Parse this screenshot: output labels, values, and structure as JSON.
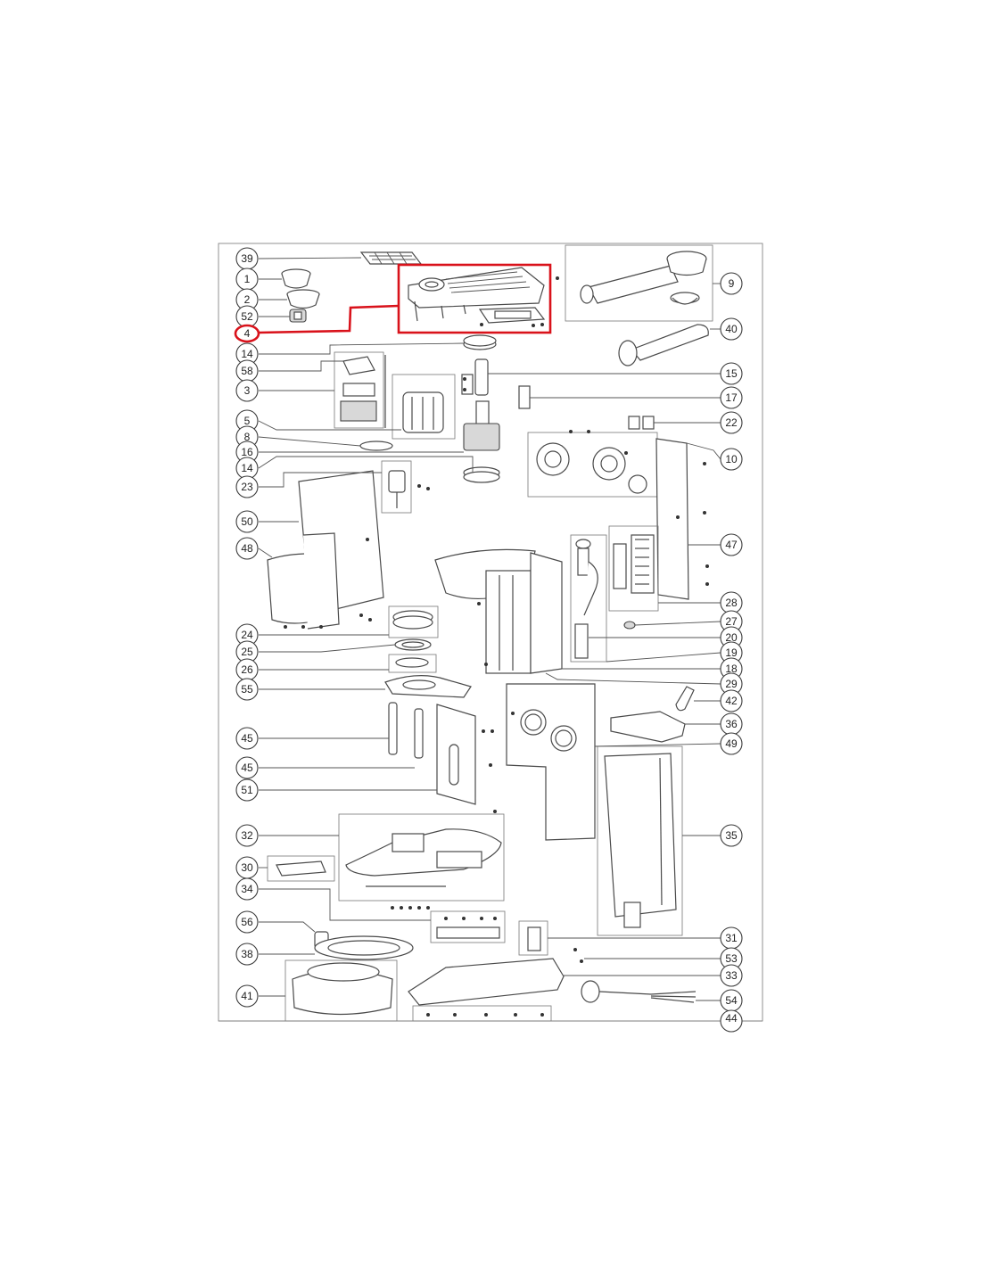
{
  "diagram": {
    "labels": [
      {
        "id": "39",
        "value": "39"
      },
      {
        "id": "1",
        "value": "1"
      },
      {
        "id": "2",
        "value": "2"
      },
      {
        "id": "52",
        "value": "52"
      },
      {
        "id": "4",
        "value": "4"
      },
      {
        "id": "14a",
        "value": "14"
      },
      {
        "id": "58",
        "value": "58"
      },
      {
        "id": "3",
        "value": "3"
      },
      {
        "id": "5",
        "value": "5"
      },
      {
        "id": "8",
        "value": "8"
      },
      {
        "id": "16",
        "value": "16"
      },
      {
        "id": "14b",
        "value": "14"
      },
      {
        "id": "23",
        "value": "23"
      },
      {
        "id": "50",
        "value": "50"
      },
      {
        "id": "48",
        "value": "48"
      },
      {
        "id": "24",
        "value": "24"
      },
      {
        "id": "25",
        "value": "25"
      },
      {
        "id": "26",
        "value": "26"
      },
      {
        "id": "55",
        "value": "55"
      },
      {
        "id": "45a",
        "value": "45"
      },
      {
        "id": "45b",
        "value": "45"
      },
      {
        "id": "51",
        "value": "51"
      },
      {
        "id": "32",
        "value": "32"
      },
      {
        "id": "30",
        "value": "30"
      },
      {
        "id": "34",
        "value": "34"
      },
      {
        "id": "56",
        "value": "56"
      },
      {
        "id": "38",
        "value": "38"
      },
      {
        "id": "41",
        "value": "41"
      },
      {
        "id": "9",
        "value": "9"
      },
      {
        "id": "40",
        "value": "40"
      },
      {
        "id": "15",
        "value": "15"
      },
      {
        "id": "17",
        "value": "17"
      },
      {
        "id": "22",
        "value": "22"
      },
      {
        "id": "10",
        "value": "10"
      },
      {
        "id": "47",
        "value": "47"
      },
      {
        "id": "28",
        "value": "28"
      },
      {
        "id": "27",
        "value": "27"
      },
      {
        "id": "20",
        "value": "20"
      },
      {
        "id": "19",
        "value": "19"
      },
      {
        "id": "18",
        "value": "18"
      },
      {
        "id": "29",
        "value": "29"
      },
      {
        "id": "42",
        "value": "42"
      },
      {
        "id": "36",
        "value": "36"
      },
      {
        "id": "49",
        "value": "49"
      },
      {
        "id": "35",
        "value": "35"
      },
      {
        "id": "31",
        "value": "31"
      },
      {
        "id": "53",
        "value": "53"
      },
      {
        "id": "33",
        "value": "33"
      },
      {
        "id": "54",
        "value": "54"
      },
      {
        "id": "44",
        "value": "44"
      }
    ],
    "highlighted_part": "4",
    "highlight_color": "#d9121b",
    "line_color": "#4a4a4a"
  }
}
